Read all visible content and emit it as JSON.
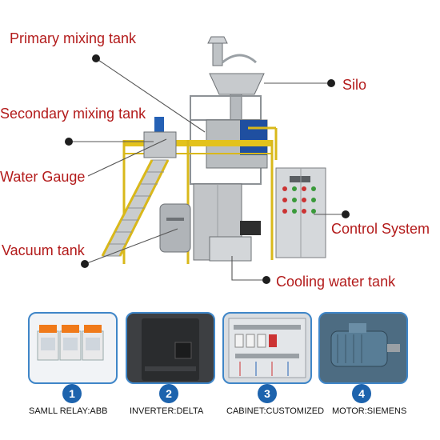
{
  "callouts": {
    "primary_mixing_tank": "Primary mixing tank",
    "silo": "Silo",
    "secondary_mixing_tank": "Secondary mixing tank",
    "water_gauge": "Water Gauge",
    "control_system": "Control System",
    "vacuum_tank": "Vacuum tank",
    "cooling_water_tank": "Cooling water tank"
  },
  "components": [
    {
      "number": "1",
      "caption": "SAMLL RELAY:ABB"
    },
    {
      "number": "2",
      "caption": "INVERTER:DELTA"
    },
    {
      "number": "3",
      "caption": "CABINET:CUSTOMIZED"
    },
    {
      "number": "4",
      "caption": "MOTOR:SIEMENS"
    }
  ],
  "colors": {
    "callout_text": "#b31b1b",
    "panel_border": "#3f86c8",
    "badge": "#1d63ad",
    "frame": "#e3c21c",
    "steel": "#a9adb1"
  }
}
